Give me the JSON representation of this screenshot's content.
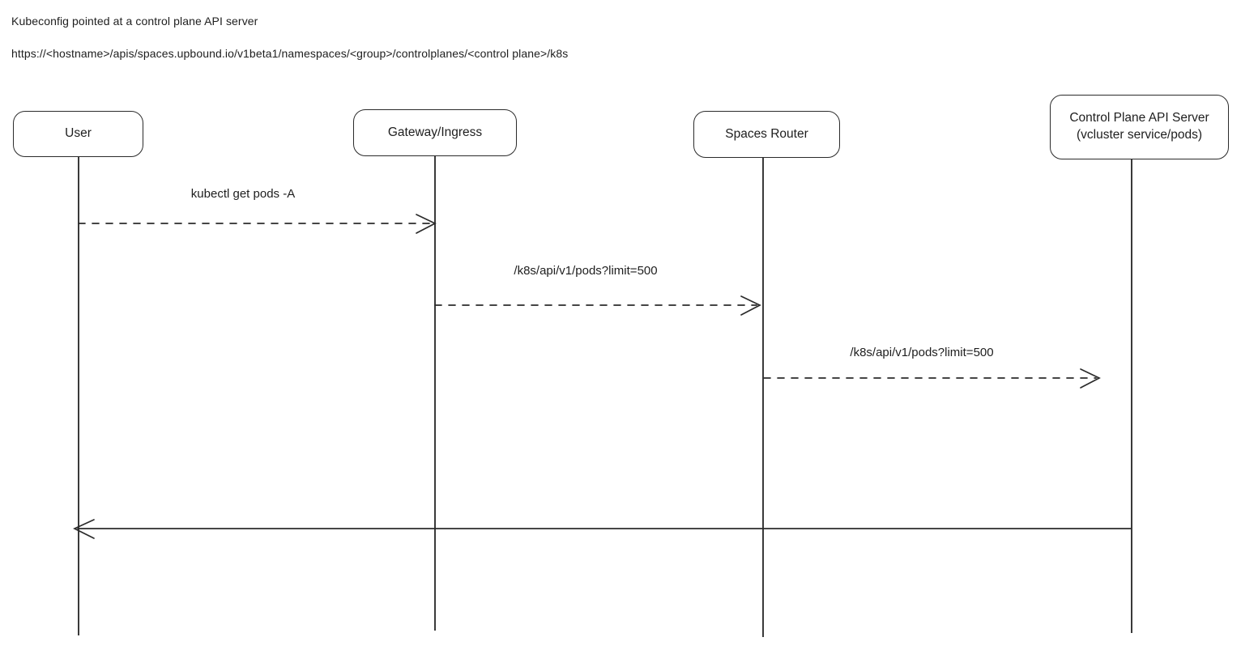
{
  "header": {
    "line1": "Kubeconfig pointed at a control plane API server",
    "line2": "https://<hostname>/apis/spaces.upbound.io/v1beta1/namespaces/<group>/controlplanes/<control plane>/k8s"
  },
  "actors": [
    {
      "label": "User"
    },
    {
      "label": "Gateway/Ingress"
    },
    {
      "label": "Spaces Router"
    },
    {
      "label_line1": "Control Plane API Server",
      "label_line2": "(vcluster service/pods)"
    }
  ],
  "messages": [
    {
      "label": "kubectl get pods -A",
      "from": "User",
      "to": "Gateway/Ingress",
      "style": "dashed"
    },
    {
      "label": "/k8s/api/v1/pods?limit=500",
      "from": "Gateway/Ingress",
      "to": "Spaces Router",
      "style": "dashed"
    },
    {
      "label": "/k8s/api/v1/pods?limit=500",
      "from": "Spaces Router",
      "to": "Control Plane API Server (vcluster service/pods)",
      "style": "dashed"
    },
    {
      "label": "",
      "from": "Control Plane API Server (vcluster service/pods)",
      "to": "User",
      "style": "solid"
    }
  ],
  "colors": {
    "stroke": "#2b2b2b",
    "text": "#1e1e1e",
    "background": "#ffffff"
  }
}
